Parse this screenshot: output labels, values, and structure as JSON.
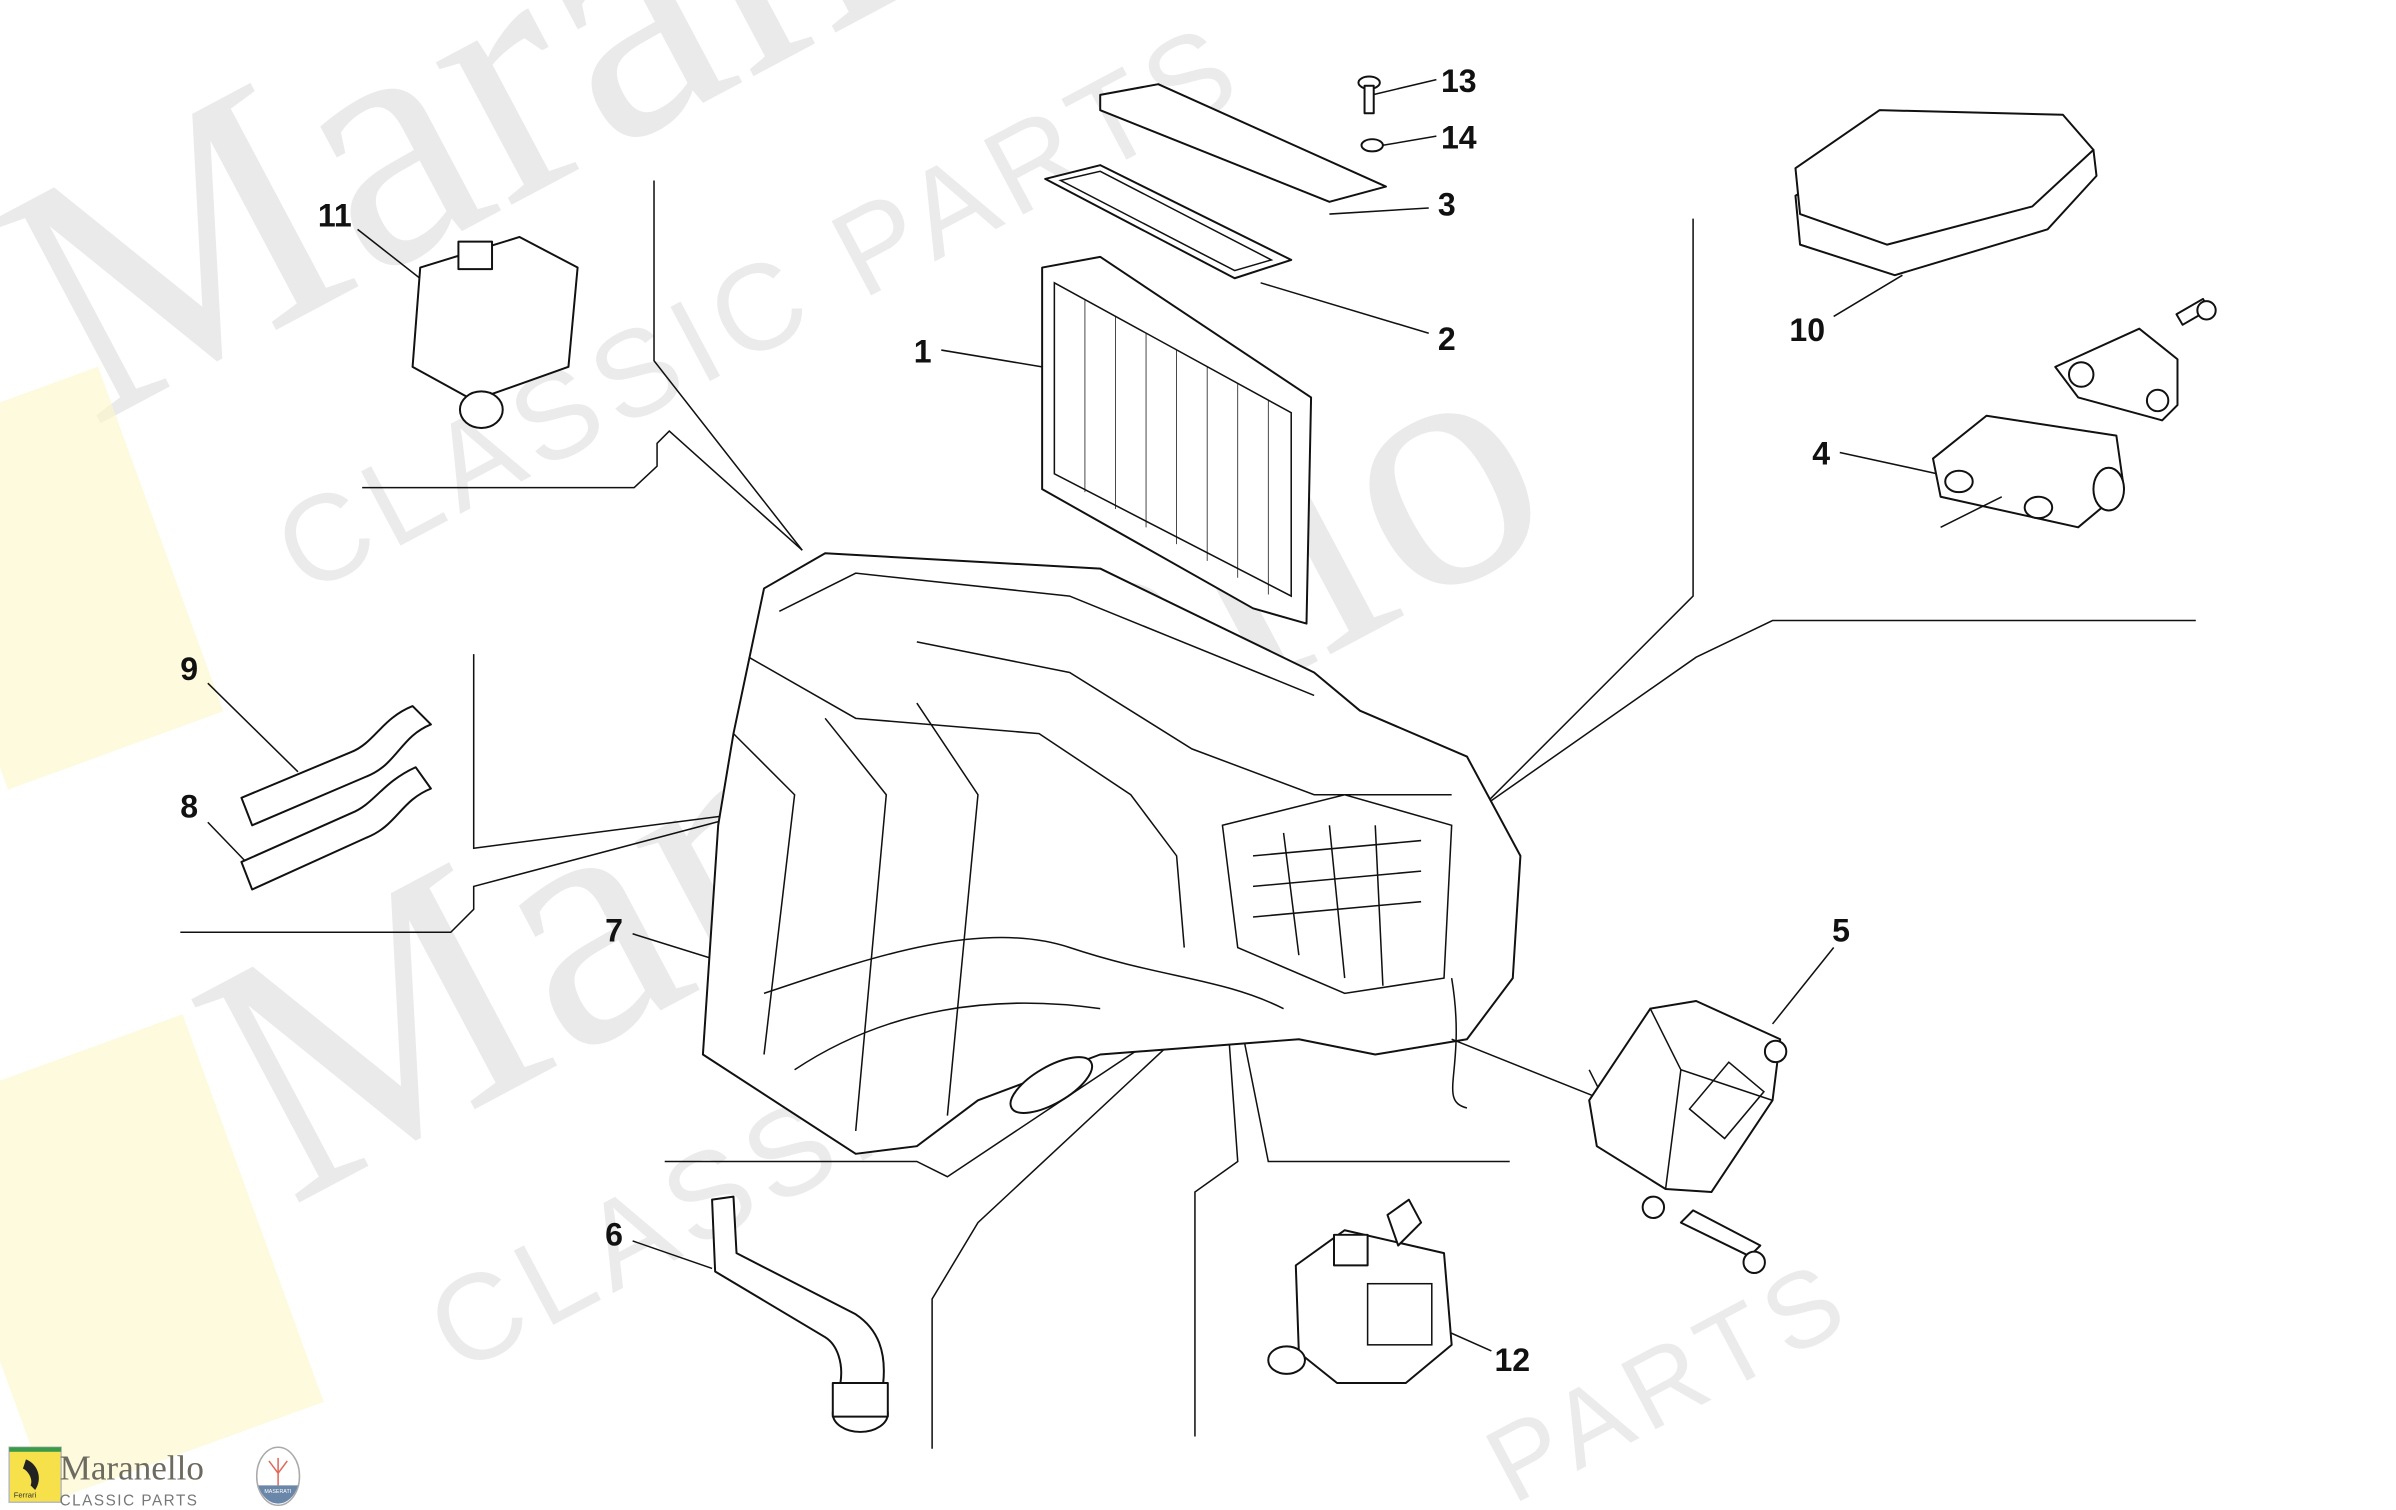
{
  "watermark": {
    "brand": "Maranello",
    "subtitle": "CLASSIC PARTS",
    "subtitle_short": "PARTS"
  },
  "logo": {
    "name": "Maranello",
    "subtitle": "CLASSIC PARTS",
    "ferrari_badge": "Ferrari",
    "maserati_badge": "MASERATI"
  },
  "callouts": [
    {
      "number": "1",
      "part": "cabin-filter-element"
    },
    {
      "number": "2",
      "part": "filter-seal-gasket"
    },
    {
      "number": "3",
      "part": "filter-cover"
    },
    {
      "number": "4",
      "part": "expansion-valve"
    },
    {
      "number": "5",
      "part": "actuator-motor"
    },
    {
      "number": "6",
      "part": "drain-pipe"
    },
    {
      "number": "7",
      "part": "wiring-harness"
    },
    {
      "number": "8",
      "part": "hose"
    },
    {
      "number": "9",
      "part": "hose"
    },
    {
      "number": "10",
      "part": "seal-gasket"
    },
    {
      "number": "11",
      "part": "actuator"
    },
    {
      "number": "12",
      "part": "actuator"
    },
    {
      "number": "13",
      "part": "screw"
    },
    {
      "number": "14",
      "part": "washer"
    }
  ]
}
